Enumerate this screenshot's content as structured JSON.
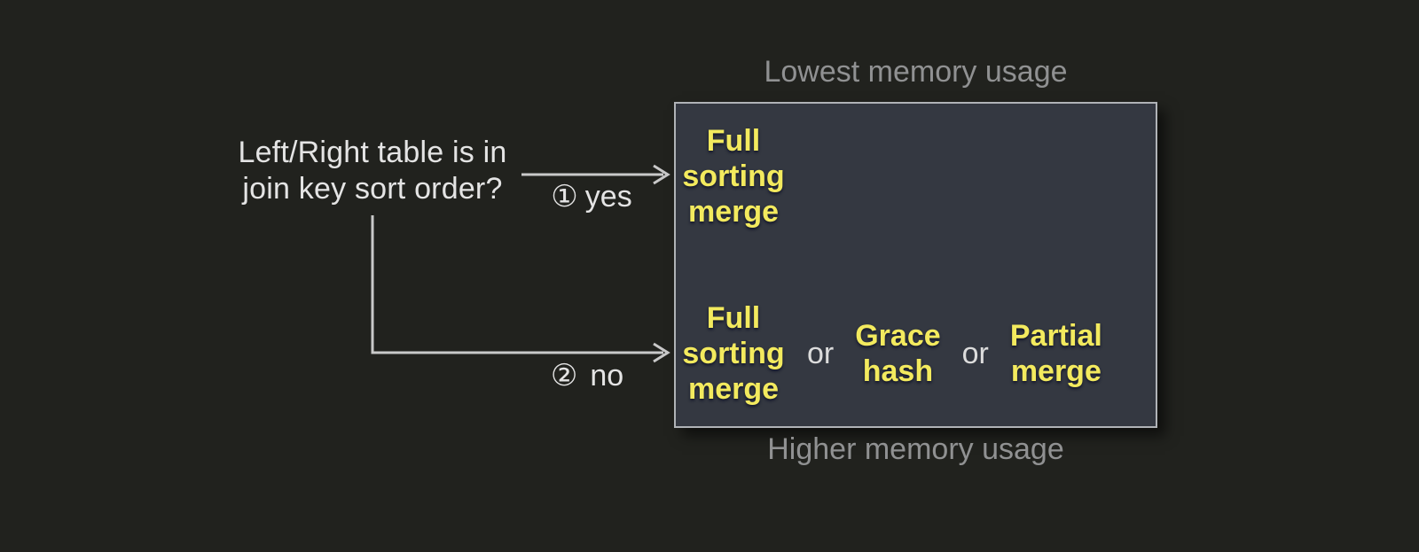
{
  "question": {
    "line1": "Left/Right table is in",
    "line2": "join key sort order?"
  },
  "edges": {
    "yes": {
      "marker": "①",
      "label": "yes"
    },
    "no": {
      "marker": "②",
      "label": "no"
    }
  },
  "captions": {
    "top": "Lowest memory usage",
    "bottom": "Higher memory usage"
  },
  "box": {
    "separator": "or",
    "sorted_option": {
      "name": "Full sorting merge",
      "lines": [
        "Full",
        "sorting",
        "merge"
      ]
    },
    "unsorted_options": [
      {
        "name": "Full sorting merge",
        "lines": [
          "Full",
          "sorting",
          "merge"
        ]
      },
      {
        "name": "Grace hash",
        "lines": [
          "Grace",
          "hash"
        ]
      },
      {
        "name": "Partial merge",
        "lines": [
          "Partial",
          "merge"
        ]
      }
    ]
  },
  "colors": {
    "background": "#21221e",
    "box_fill": "#343841",
    "box_border": "#b0b3b7",
    "algo_text": "#f3ea5e",
    "caption_text": "#909192",
    "question_text": "#e4e4e4",
    "connector": "#c9c9c9"
  }
}
